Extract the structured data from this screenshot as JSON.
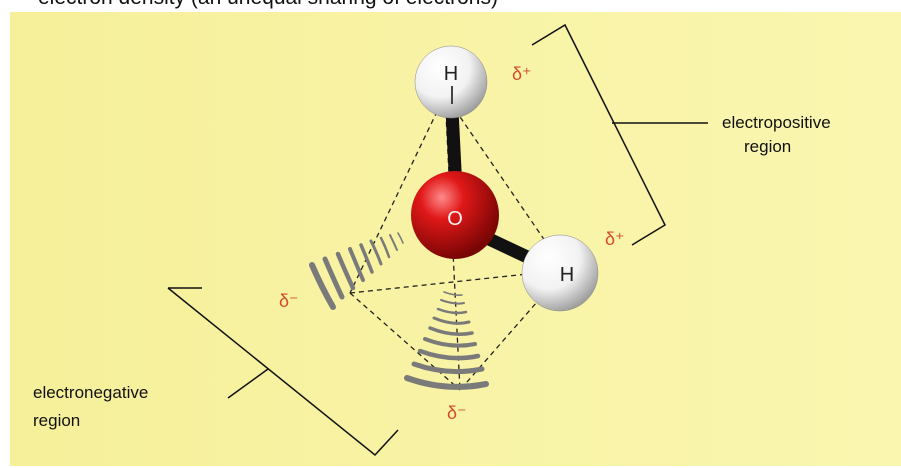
{
  "caption": "electron density (an unequal sharing of electrons)",
  "atoms": {
    "oxygen": "O",
    "hydrogen_top": "H",
    "hydrogen_right": "H"
  },
  "charges": {
    "delta_plus_top": "δ⁺",
    "delta_plus_right": "δ⁺",
    "delta_minus_left": "δ⁻",
    "delta_minus_bottom": "δ⁻"
  },
  "regions": {
    "electropositive_line1": "electropositive",
    "electropositive_line2": "region",
    "electronegative_line1": "electronegative",
    "electronegative_line2": "region"
  },
  "colors": {
    "panel_background": "#f8f3a2",
    "delta_text": "#d44a2a",
    "oxygen": "#d11414",
    "hydrogen": "#f4f4f4",
    "bond": "#111111",
    "wave_lines": "#777777"
  }
}
